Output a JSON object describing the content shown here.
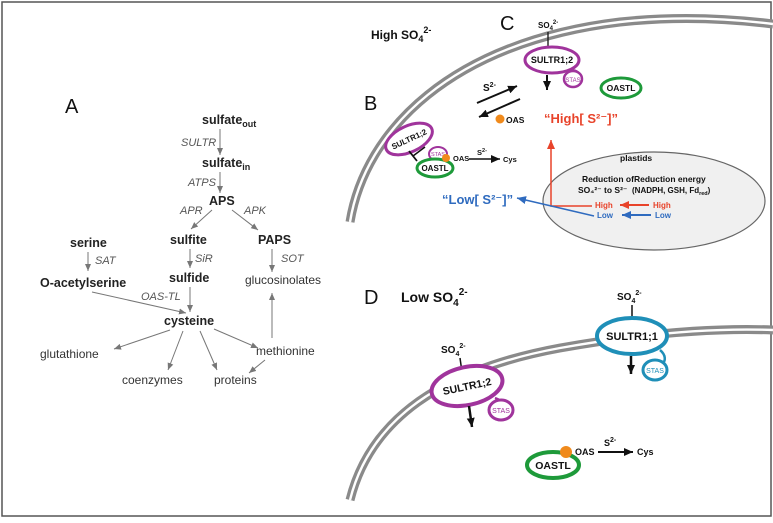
{
  "panels": {
    "A": "A",
    "B": "B",
    "C": "C",
    "D": "D"
  },
  "pathway": {
    "sulfate_out_main": "sulfate",
    "sulfate_out_sub": "out",
    "sultr": "SULTR",
    "sulfate_in_main": "sulfate",
    "sulfate_in_sub": "in",
    "atps": "ATPS",
    "aps": "APS",
    "apr": "APR",
    "apk": "APK",
    "sulfite": "sulfite",
    "paps": "PAPS",
    "sir": "SiR",
    "sot": "SOT",
    "sulfide": "sulfide",
    "glucosinolates": "glucosinolates",
    "serine": "serine",
    "sat": "SAT",
    "o_acetylserine": "O-acetylserine",
    "oas_tl": "OAS-TL",
    "cysteine": "cysteine",
    "glutathione": "glutathione",
    "methionine": "methionine",
    "coenzymes": "coenzymes",
    "proteins": "proteins"
  },
  "high": {
    "title_main": "High SO",
    "title_sub": "4",
    "title_sup": "2-",
    "so4_main": "SO",
    "so4_sub": "4",
    "so4_sup": "2-",
    "sultr12": "SULTR1;2",
    "stas": "STAS",
    "oastl": "OASTL",
    "s2_main": "S",
    "s2_sup": "2-",
    "oas": "OAS",
    "cys": "Cys",
    "high_s2": "“High[ S²⁻]”",
    "low_s2": "“Low[ S²⁻]”",
    "plastids": "plastids",
    "reduction_of_1": "Reduction of",
    "reduction_of_2": "SO₄²⁻ to S²⁻",
    "reduction_energy_1": "Reduction energy",
    "reduction_energy_2": "(NADPH, GSH, Fd",
    "reduction_energy_sub": "red",
    "reduction_energy_end": ")",
    "high": "High",
    "low": "Low"
  },
  "low": {
    "title_main": "Low SO",
    "title_sub": "4",
    "title_sup": "2-",
    "so4_main": "SO",
    "so4_sub": "4",
    "so4_sup": "2-",
    "sultr11": "SULTR1;1",
    "sultr12": "SULTR1;2",
    "stas": "STAS",
    "oastl": "OASTL",
    "oas": "OAS",
    "s2_main": "S",
    "s2_sup": "2-",
    "cys": "Cys"
  },
  "colors": {
    "purple": "#a0349c",
    "green": "#1e9a3a",
    "teal": "#1f8fb8",
    "orange": "#f08a1c",
    "red": "#e8432a",
    "blue": "#2f6bbf",
    "membrane": "#8a8a8a"
  }
}
